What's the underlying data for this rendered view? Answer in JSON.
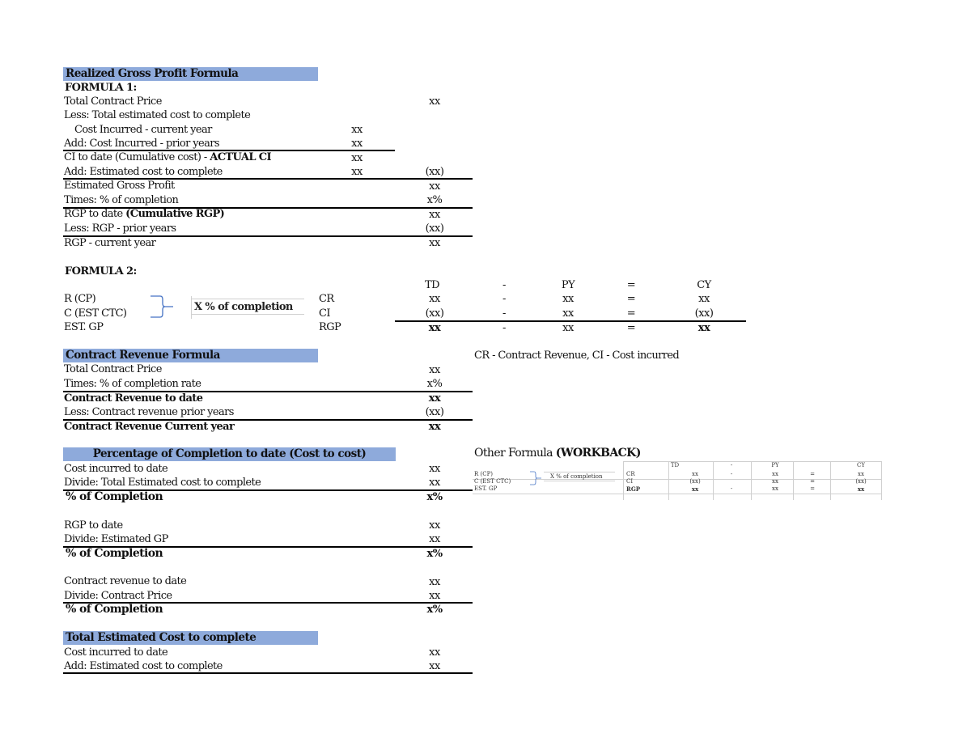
{
  "rgp": {
    "header": "Realized Gross Profit Formula",
    "formula1_label": "FORMULA 1:",
    "rows": [
      {
        "label": "Total Contract Price",
        "col1": "",
        "col2": "xx"
      },
      {
        "label": "Less: Total estimated cost to complete",
        "col1": "",
        "col2": ""
      },
      {
        "label": "   Cost Incurred  - current year",
        "col1": "xx",
        "col2": ""
      },
      {
        "label": "Add: Cost Incurred - prior years",
        "col1": "xx",
        "col2": ""
      },
      {
        "label": "CI to date (Cumulative cost) - ",
        "label_bold": "ACTUAL CI",
        "col1": "xx",
        "col2": ""
      },
      {
        "label": "Add: Estimated cost to complete",
        "col1": "xx",
        "col2": "(xx)"
      },
      {
        "label": "Estimated Gross Profit",
        "col1": "",
        "col2": "xx"
      },
      {
        "label": "Times: % of completion",
        "col1": "",
        "col2": "x%"
      },
      {
        "label": "RGP to date ",
        "label_bold": "(Cumulative RGP)",
        "col1": "",
        "col2": "xx"
      },
      {
        "label": "Less: RGP - prior years",
        "col1": "",
        "col2": "(xx)"
      },
      {
        "label": "RGP - current year",
        "col1": "",
        "col2": "xx"
      }
    ]
  },
  "formula2": {
    "label": "FORMULA 2:",
    "left_rows": [
      "R (CP)",
      "C (EST CTC)",
      "EST. GP"
    ],
    "multiplier": "X % of completion",
    "mid_rows": [
      "CR",
      "CI",
      "RGP"
    ],
    "headers": [
      "TD",
      "-",
      "PY",
      "=",
      "CY"
    ],
    "rows": [
      [
        "xx",
        "-",
        "xx",
        "=",
        "xx"
      ],
      [
        "(xx)",
        "-",
        "xx",
        "=",
        "(xx)"
      ],
      [
        "xx",
        "-",
        "xx",
        "=",
        "xx"
      ]
    ],
    "legend": "CR - Contract Revenue, CI - Cost incurred"
  },
  "contract_revenue": {
    "header": "Contract Revenue Formula",
    "rows": [
      {
        "label": "Total Contract Price",
        "value": "xx",
        "bold": false
      },
      {
        "label": "Times: % of completion rate",
        "value": "x%",
        "bold": false
      },
      {
        "label": "Contract Revenue to date",
        "value": "xx",
        "bold": true
      },
      {
        "label": "Less: Contract revenue prior years",
        "value": "(xx)",
        "bold": false
      },
      {
        "label": "Contract Revenue Current year",
        "value": "xx",
        "bold": true
      }
    ]
  },
  "poc": {
    "header": "Percentage of Completion to date (Cost to cost)",
    "group1": [
      {
        "label": "Cost incurred to date",
        "value": "xx"
      },
      {
        "label": "Divide: Total Estimated cost to complete",
        "value": "xx"
      },
      {
        "label": "% of Completion",
        "value": "x%"
      }
    ],
    "group2": [
      {
        "label": "RGP to date",
        "value": "xx"
      },
      {
        "label": "Divide: Estimated GP",
        "value": "xx"
      },
      {
        "label": "% of Completion",
        "value": "x%"
      }
    ],
    "group3": [
      {
        "label": "Contract revenue to date",
        "value": "xx"
      },
      {
        "label": "Divide: Contract Price",
        "value": "xx"
      },
      {
        "label": "% of Completion",
        "value": "x%"
      }
    ]
  },
  "tec": {
    "header": "Total Estimated Cost to complete",
    "rows": [
      {
        "label": "Cost incurred to date",
        "value": "xx"
      },
      {
        "label": "Add: Estimated cost to complete",
        "value": "xx"
      }
    ]
  },
  "workback": {
    "title": "Other Formula ",
    "title_bold": "(WORKBACK)",
    "left_rows": [
      "R (CP)",
      "C (EST CTC)",
      "EST. GP"
    ],
    "multiplier": "X % of completion",
    "mid_rows": [
      "CR",
      "CI",
      "RGP"
    ],
    "headers": [
      "TD",
      "-",
      "PY",
      "",
      "CY"
    ],
    "rows": [
      [
        "xx",
        "-",
        "xx",
        "=",
        "xx"
      ],
      [
        "(xx)",
        "",
        "xx",
        "=",
        "(xx)"
      ],
      [
        "xx",
        "-",
        "xx",
        "=",
        "xx"
      ]
    ]
  },
  "colors": {
    "header_fill": "#8eaadb",
    "bracket": "#4472c4"
  }
}
